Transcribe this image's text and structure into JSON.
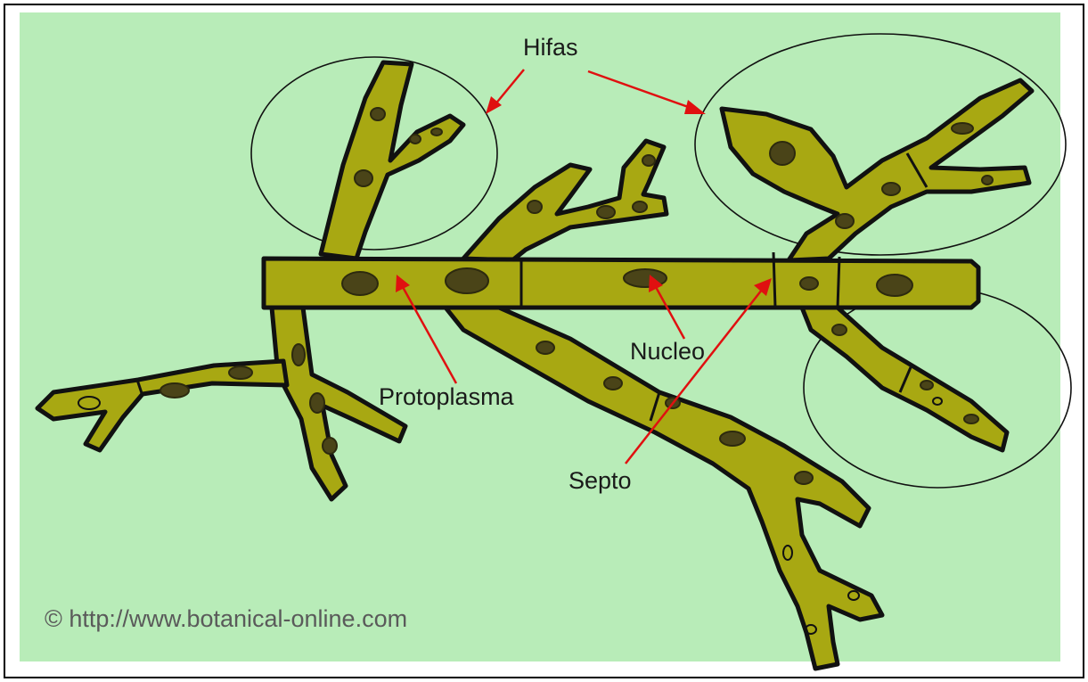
{
  "labels": {
    "hifas": "Hifas",
    "nucleo": "Nucleo",
    "protoplasma": "Protoplasma",
    "septo": "Septo"
  },
  "copyright": "© http://www.botanical-online.com",
  "colors": {
    "background": "#b8ecb8",
    "hypha_fill": "#a8a812",
    "nucleus_fill": "#4a4418",
    "outline": "#111111",
    "arrow": "#e01010"
  }
}
